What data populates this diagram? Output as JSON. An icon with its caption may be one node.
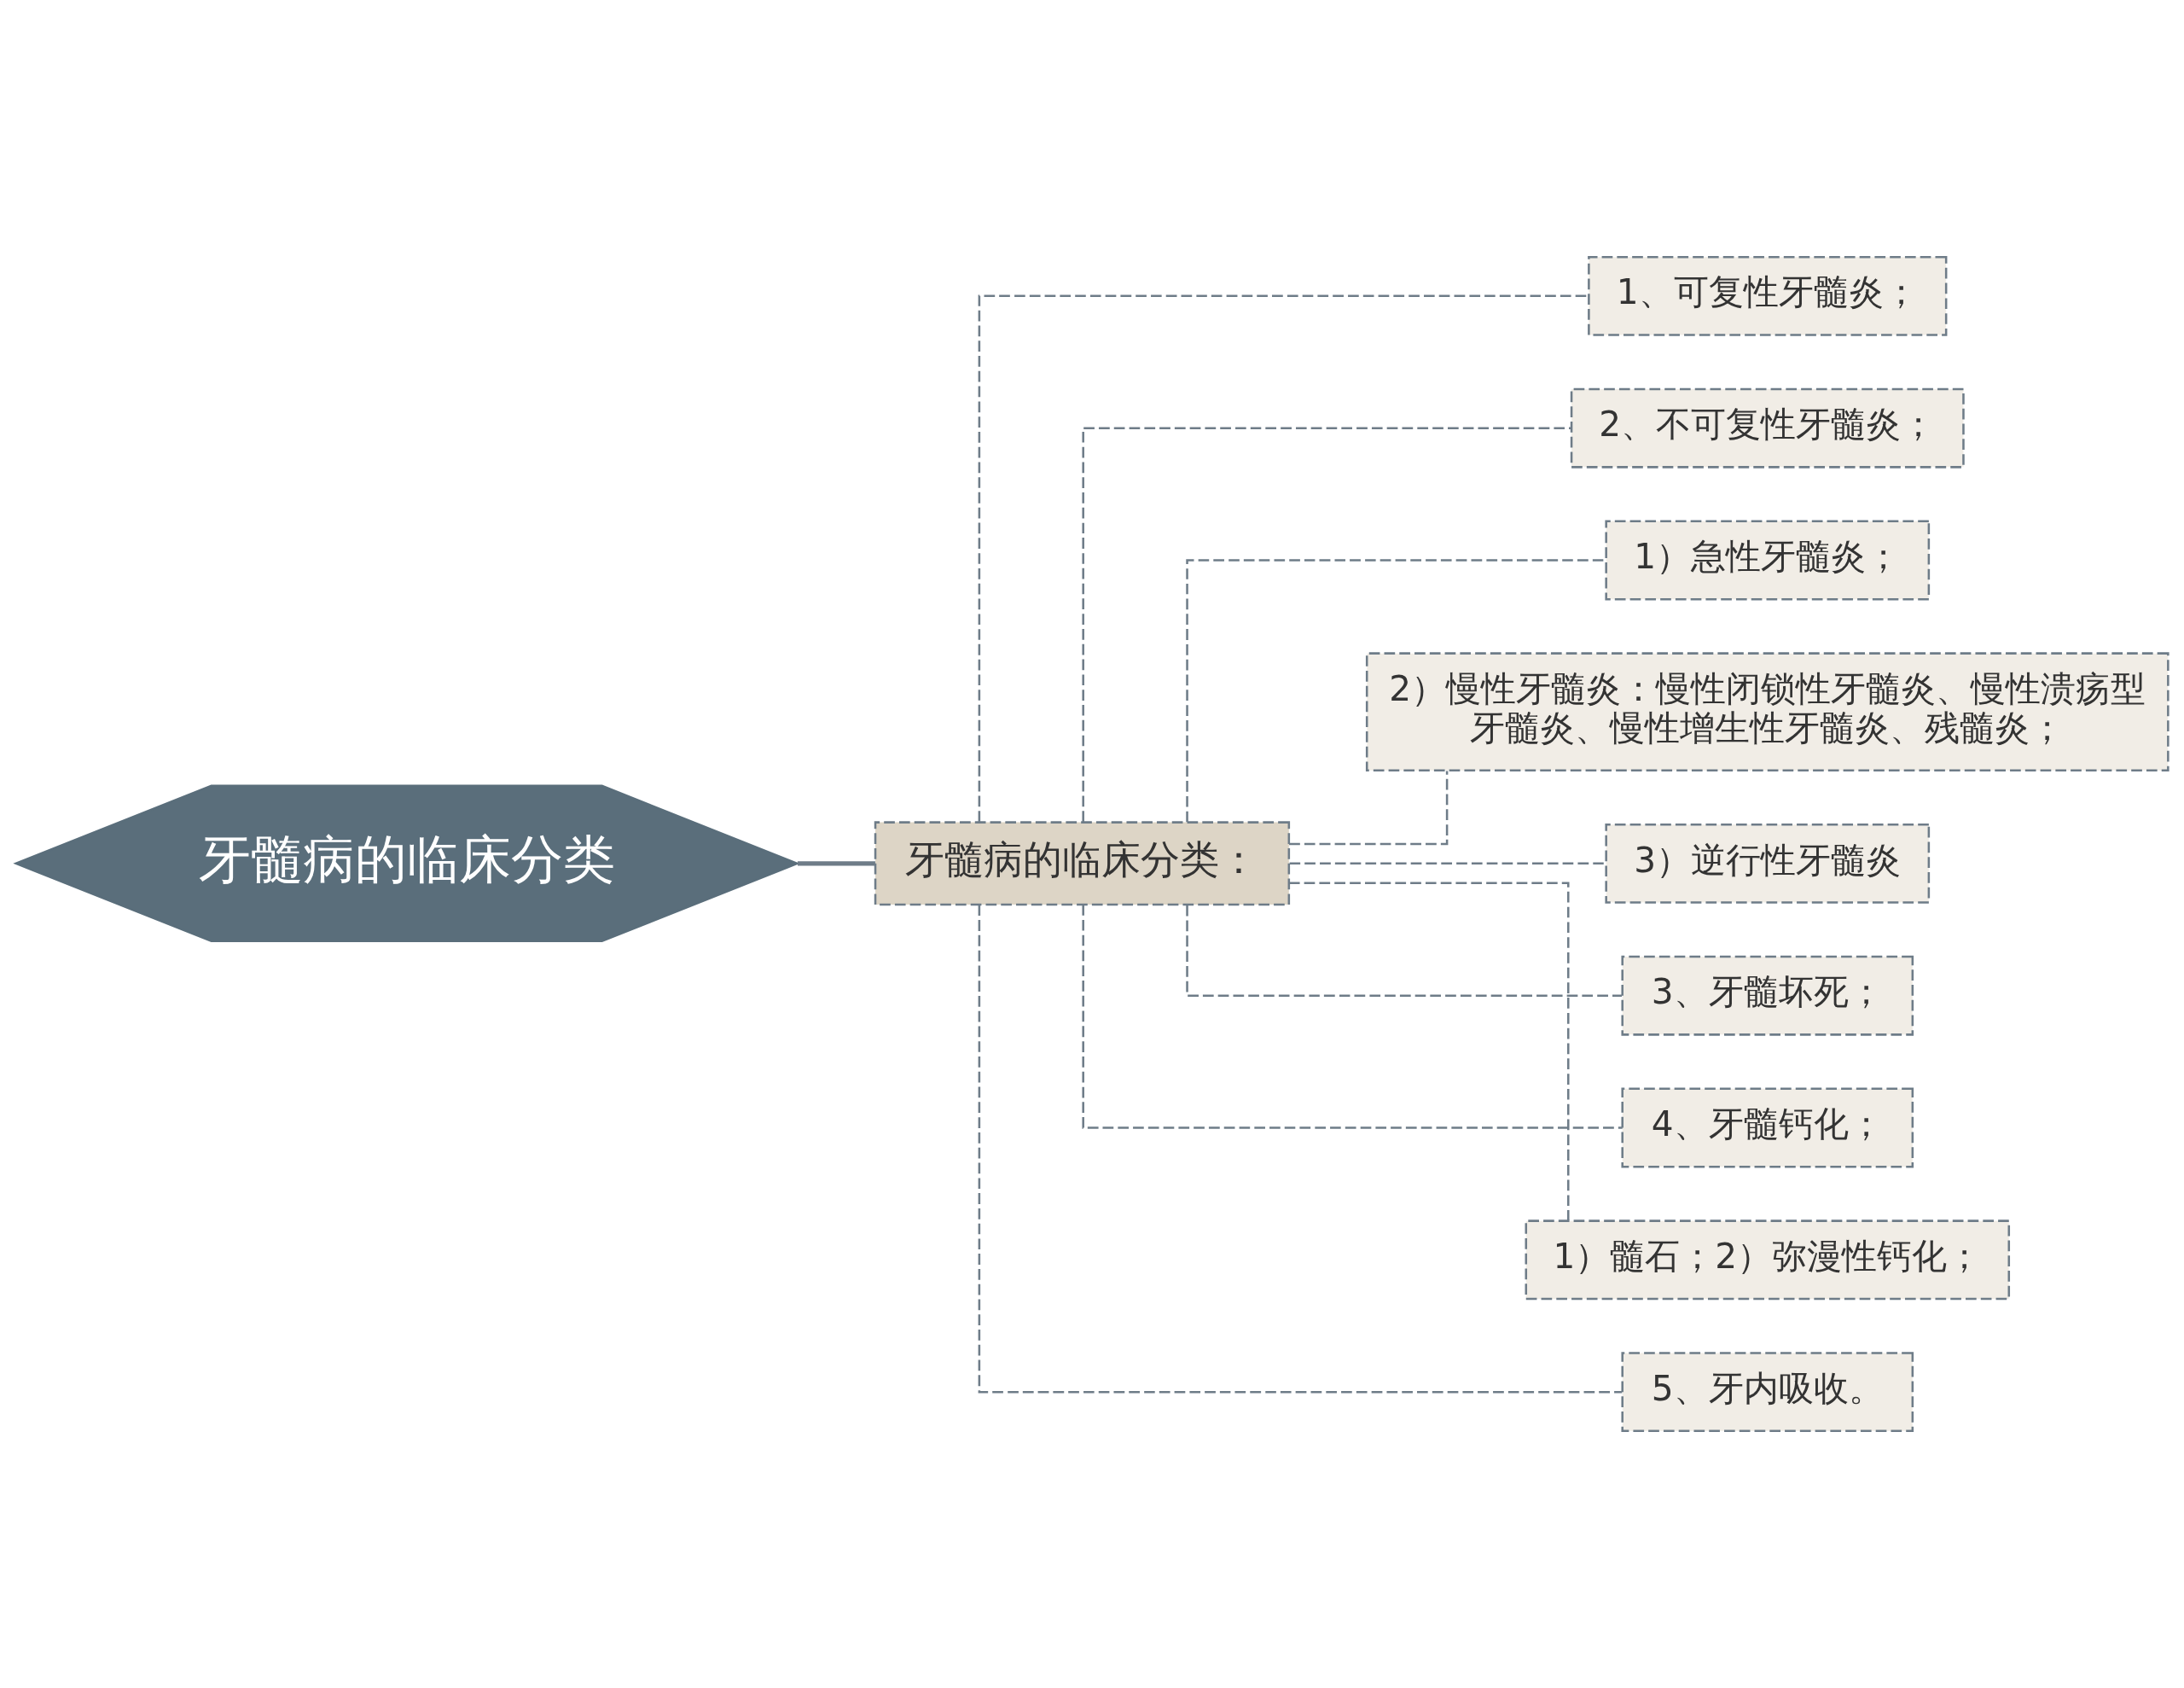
{
  "diagram": {
    "nodes": [
      {
        "text": [
          "牙髓病的临床分类"
        ]
      },
      {
        "text": [
          "牙髓病的临床分类："
        ]
      },
      {
        "text": [
          "1、可复性牙髓炎；"
        ]
      },
      {
        "text": [
          "2、不可复性牙髓炎；"
        ]
      },
      {
        "text": [
          "1）急性牙髓炎；"
        ]
      },
      {
        "text": [
          "2）慢性牙髓炎：慢性闭锁性牙髓炎、慢性溃疡型牙髓炎、慢性增生性牙髓炎、残髓炎；"
        ]
      },
      {
        "text": [
          "3）逆行性牙髓炎"
        ]
      },
      {
        "text": [
          "3、牙髓坏死；"
        ]
      },
      {
        "text": [
          "4、牙髓钙化；"
        ]
      },
      {
        "text": [
          "1）髓石；2）弥漫性钙化；"
        ]
      },
      {
        "text": [
          "5、牙内吸收。"
        ]
      }
    ],
    "edges": [
      {
        "from": 0,
        "to": 1,
        "arrow": "none"
      },
      {
        "from": 1,
        "to": 2,
        "arrow": "none",
        "style": "dashed"
      },
      {
        "from": 1,
        "to": 3,
        "arrow": "none",
        "style": "dashed"
      },
      {
        "from": 1,
        "to": 4,
        "arrow": "none",
        "style": "dashed"
      },
      {
        "from": 1,
        "to": 5,
        "arrow": "none",
        "style": "dashed"
      },
      {
        "from": 1,
        "to": 6,
        "arrow": "none",
        "style": "dashed"
      },
      {
        "from": 1,
        "to": 7,
        "arrow": "none",
        "style": "dashed"
      },
      {
        "from": 1,
        "to": 8,
        "arrow": "none",
        "style": "dashed"
      },
      {
        "from": 1,
        "to": 9,
        "arrow": "none",
        "style": "dashed"
      },
      {
        "from": 1,
        "to": 10,
        "arrow": "none",
        "style": "dashed"
      }
    ]
  }
}
